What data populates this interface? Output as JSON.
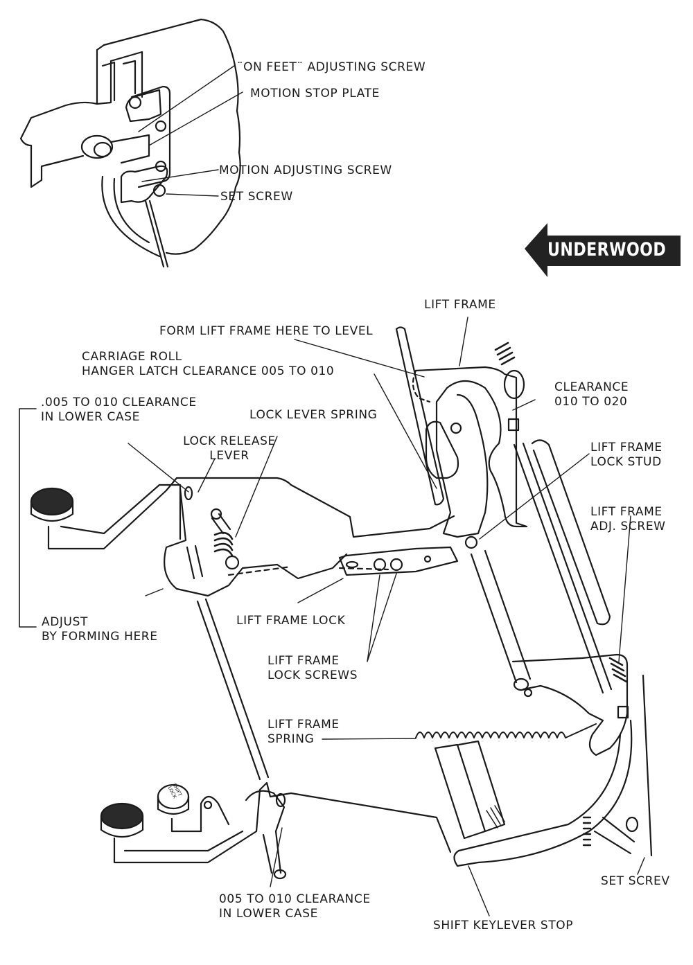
{
  "brand": {
    "label": "UNDERWOOD",
    "icon": "left-arrow-icon",
    "fill_color": "#222222",
    "text_color": "#ffffff"
  },
  "inset_labels": {
    "on_feet_screw": "¨ON FEET¨ ADJUSTING SCREW",
    "motion_stop_plate": "MOTION STOP PLATE",
    "motion_adjusting_screw": "MOTION ADJUSTING SCREW",
    "set_screw": "SET SCREW"
  },
  "main_labels": {
    "lift_frame": "LIFT FRAME",
    "form_lift_frame": "FORM LIFT FRAME HERE TO LEVEL",
    "carriage_roll": {
      "line1": "CARRIAGE ROLL",
      "line2": "HANGER LATCH CLEARANCE  005 TO  010"
    },
    "clearance_upper": {
      "line1": ".005 TO  010 CLEARANCE",
      "line2": "IN LOWER CASE"
    },
    "lock_lever_spring": "LOCK LEVER SPRING",
    "lock_release_lever": {
      "line1": "LOCK RELEASE",
      "line2": "LEVER"
    },
    "clearance_010_020": {
      "line1": "CLEARANCE",
      "line2": "010 TO  020"
    },
    "lift_frame_lock_stud": {
      "line1": "LIFT FRAME",
      "line2": "LOCK STUD"
    },
    "lift_frame_adj_screw": {
      "line1": "LIFT FRAME",
      "line2": "ADJ. SCREW"
    },
    "adjust_by_forming": {
      "line1": "ADJUST",
      "line2": "BY FORMING HERE"
    },
    "lift_frame_lock": "LIFT FRAME LOCK",
    "lift_frame_lock_screws": {
      "line1": "LIFT FRAME",
      "line2": "LOCK SCREWS"
    },
    "lift_frame_spring": {
      "line1": "LIFT FRAME",
      "line2": "SPRING"
    },
    "set_screw_bottom": "SET SCREV",
    "clearance_lower": {
      "line1": "005 TO  010 CLEARANCE",
      "line2": "IN LOWER CASE"
    },
    "shift_keylever_stop": "SHIFT KEYLEVER STOP"
  },
  "key_labels": {
    "shift_lock": "SHIFT LOCK"
  },
  "colors": {
    "ink": "#1a1a1a",
    "paper": "#ffffff",
    "key_top": "#2a2a2a"
  }
}
